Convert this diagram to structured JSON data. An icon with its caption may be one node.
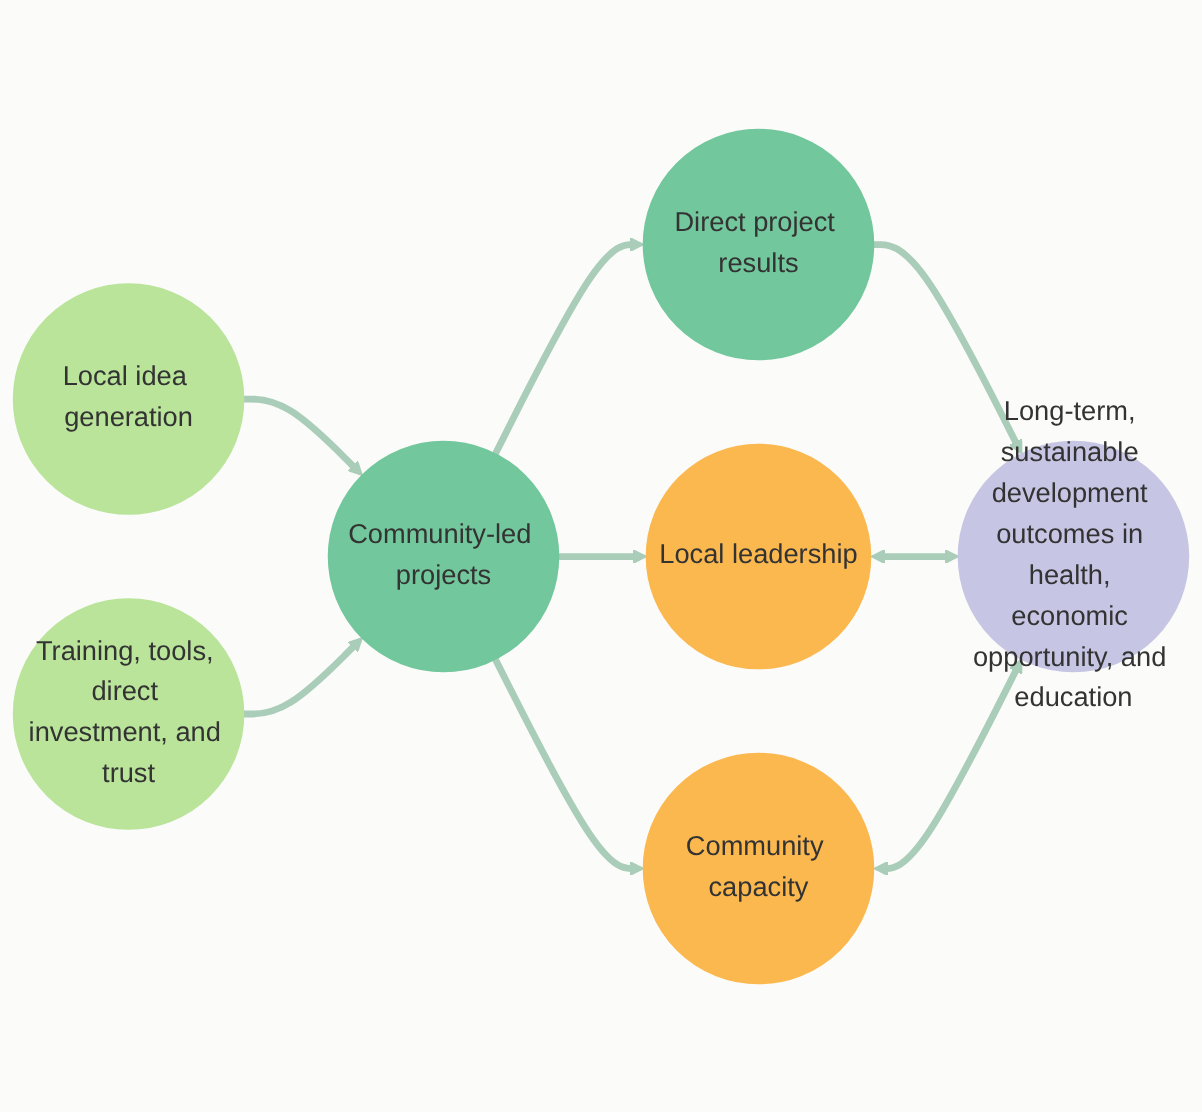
{
  "diagram": {
    "nodes": [
      {
        "text": [
          "Local leadership"
        ]
      },
      {
        "text": [
          "Community capacity"
        ]
      },
      {
        "text": [
          "Local idea generation"
        ]
      },
      {
        "text": [
          "Community-led projects"
        ]
      },
      {
        "text": [
          "Long-term, sustainable development outcomes in health, economic opportunity, and education"
        ]
      },
      {
        "text": [
          "Training, tools, direct investment, and trust"
        ]
      },
      {
        "text": [
          "Direct project results"
        ]
      }
    ],
    "edges": [
      {
        "from": 2,
        "to": 3,
        "arrow": "to"
      },
      {
        "from": 5,
        "to": 3,
        "arrow": "to"
      },
      {
        "from": 3,
        "to": 0,
        "arrow": "to"
      },
      {
        "from": 3,
        "to": 1,
        "arrow": "to"
      },
      {
        "from": 3,
        "to": 6,
        "arrow": "to"
      },
      {
        "from": 6,
        "to": 4,
        "arrow": "to"
      },
      {
        "from": 0,
        "to": 4,
        "arrow": "both"
      },
      {
        "from": 1,
        "to": 4,
        "arrow": "both"
      }
    ]
  }
}
